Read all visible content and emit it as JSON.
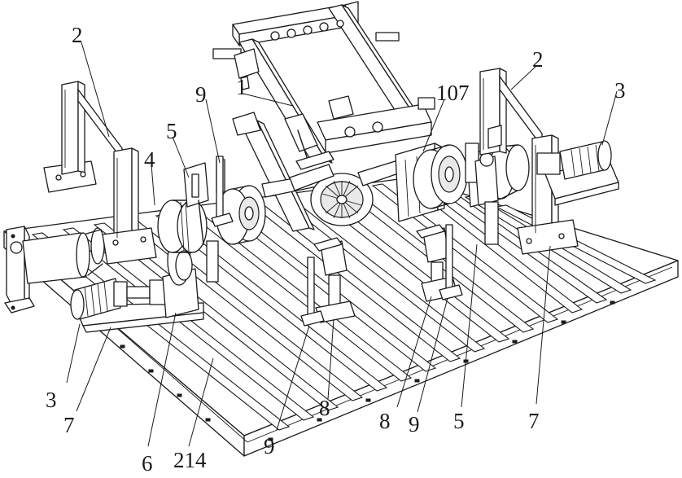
{
  "figure": {
    "labels": {
      "l1": "1",
      "l2_left": "2",
      "l2_right": "2",
      "l3_right": "3",
      "l3_left": "3",
      "l4": "4",
      "l5_left": "5",
      "l5_right": "5",
      "l6": "6",
      "l7_left": "7",
      "l7_right": "7",
      "l8_left": "8",
      "l8_right": "8",
      "l9_top": "9",
      "l9_mid": "9",
      "l9_bottom": "9",
      "l107": "107",
      "l214": "214"
    }
  }
}
